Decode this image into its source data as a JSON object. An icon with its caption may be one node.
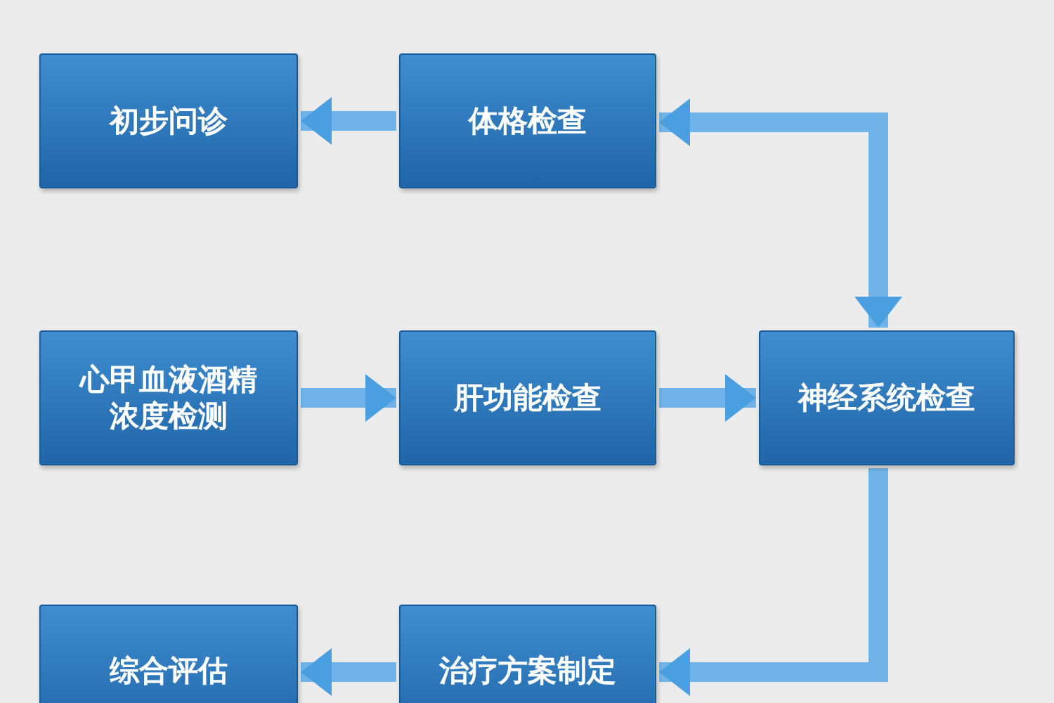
{
  "diagram": {
    "nodes": [
      {
        "text": [
          "初步问诊"
        ]
      },
      {
        "text": [
          "体格检查"
        ]
      },
      {
        "text": [
          "心甲血液酒精浓度检测"
        ]
      },
      {
        "text": [
          "肝功能检查"
        ]
      },
      {
        "text": [
          "神经系统检查"
        ]
      },
      {
        "text": [
          "综合评估"
        ]
      },
      {
        "text": [
          "治疗方案制定"
        ]
      }
    ],
    "edges": [
      {
        "from": 1,
        "to": 0,
        "arrow": "to"
      },
      {
        "from": 2,
        "to": 3,
        "arrow": "to"
      },
      {
        "from": 3,
        "to": 4,
        "arrow": "to"
      },
      {
        "from": 4,
        "to": 1,
        "arrow": "both"
      },
      {
        "from": 4,
        "to": 6,
        "arrow": "to"
      },
      {
        "from": 6,
        "to": 5,
        "arrow": "to"
      }
    ]
  }
}
